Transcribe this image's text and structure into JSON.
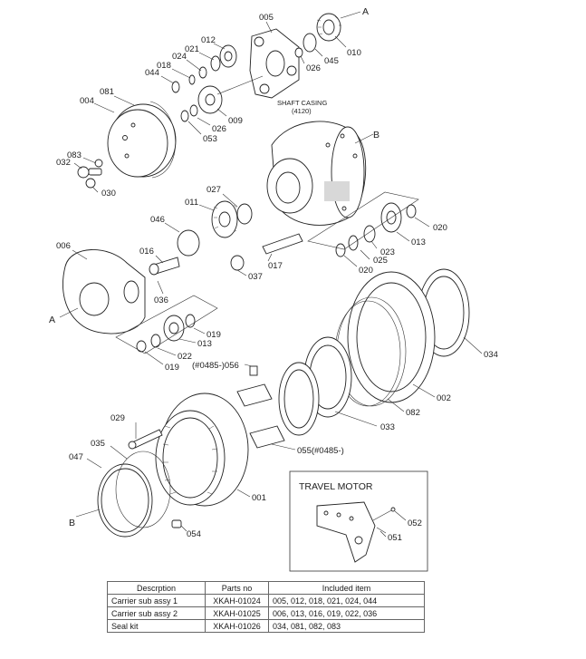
{
  "callouts": {
    "p005": "005",
    "pA_top": "A",
    "p010": "010",
    "p045": "045",
    "p026a": "026",
    "p012": "012",
    "p021": "021",
    "p024": "024",
    "p018": "018",
    "p044": "044",
    "p009": "009",
    "p026b": "026",
    "p053": "053",
    "p081": "081",
    "p004": "004",
    "p083": "083",
    "p032": "032",
    "p030": "030",
    "pB_right": "B",
    "p027": "027",
    "p011": "011",
    "p046": "046",
    "p020a": "020",
    "p013a": "013",
    "p023": "023",
    "p025": "025",
    "p020b": "020",
    "p016": "016",
    "p017": "017",
    "p037": "037",
    "p006": "006",
    "pA_left": "A",
    "p036": "036",
    "p019a": "019",
    "p013b": "013",
    "p022": "022",
    "p019b": "019",
    "p056": "(#0485-)056",
    "p034": "034",
    "p002": "002",
    "p082": "082",
    "p033": "033",
    "p029": "029",
    "p035": "035",
    "p047": "047",
    "p055": "055(#0485-)",
    "p001": "001",
    "pB_left": "B",
    "p054": "054"
  },
  "shaft_casing": {
    "line1": "SHAFT CASING",
    "line2": "(4120)"
  },
  "inset": {
    "title": "TRAVEL MOTOR",
    "p052": "052",
    "p051": "051"
  },
  "table": {
    "headers": [
      "Descrption",
      "Parts no",
      "Included item"
    ],
    "rows": [
      {
        "desc": "Carrier sub assy 1",
        "part": "XKAH-01024",
        "items": "005, 012,  018,  021, 024, 044"
      },
      {
        "desc": "Carrier sub assy 2",
        "part": "XKAH-01025",
        "items": "006, 013, 016, 019, 022, 036"
      },
      {
        "desc": "Seal kit",
        "part": "XKAH-01026",
        "items": "034, 081, 082, 083"
      }
    ]
  }
}
